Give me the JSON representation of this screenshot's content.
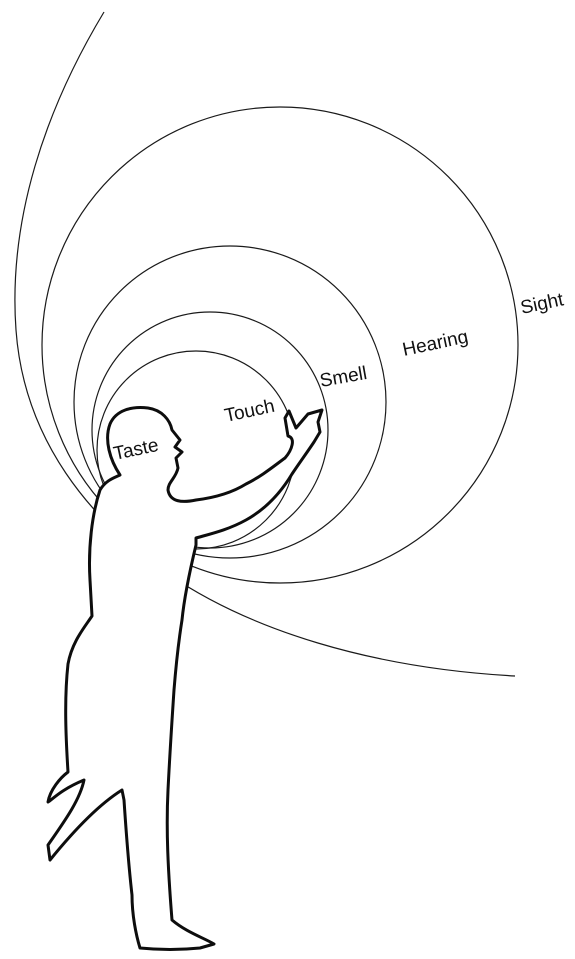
{
  "senses": {
    "taste": "Taste",
    "touch": "Touch",
    "smell": "Smell",
    "hearing": "Hearing",
    "sight": "Sight"
  }
}
